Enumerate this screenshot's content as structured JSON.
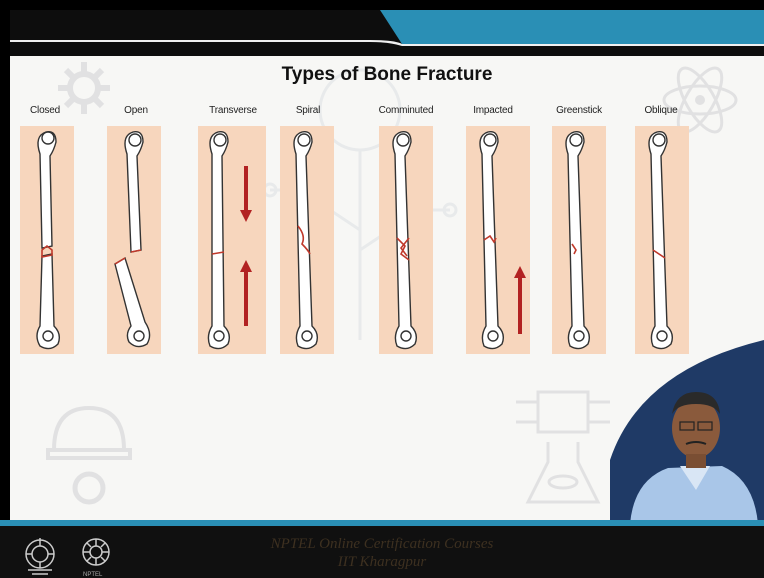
{
  "slide": {
    "title": "Types of Bone Fracture",
    "fracture_types": [
      {
        "label": "Closed"
      },
      {
        "label": "Open"
      },
      {
        "label": "Transverse"
      },
      {
        "label": "Spiral"
      },
      {
        "label": "Comminuted"
      },
      {
        "label": "Impacted"
      },
      {
        "label": "Greenstick"
      },
      {
        "label": "Oblique"
      }
    ],
    "colors": {
      "panel": "#f7d6bd",
      "bone_fill": "#ffffff",
      "fracture_line": "#c0392b",
      "arrow": "#b22222",
      "header_bar": "#2a8fb5"
    }
  },
  "footer": {
    "line1": "NPTEL Online Certification Courses",
    "line2": "IIT Kharagpur",
    "nptel_label": "NPTEL"
  }
}
